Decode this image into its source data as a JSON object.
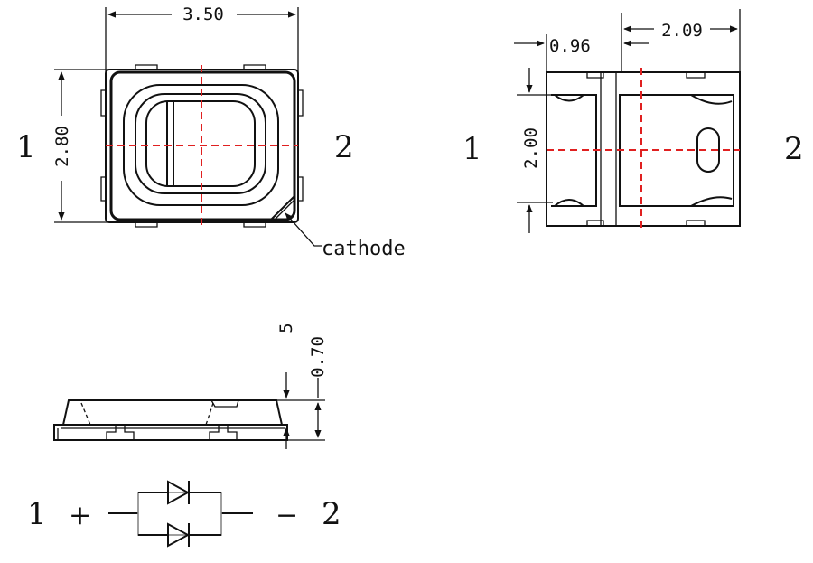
{
  "top_view": {
    "width_dim": "3.50",
    "height_dim": "2.80",
    "pin_left": "1",
    "pin_right": "2",
    "cathode_label": "cathode"
  },
  "bottom_view": {
    "pad_gap_dim": "0.96",
    "pad_span_dim": "2.09",
    "pad_height_dim": "2.00",
    "pin_left": "1",
    "pin_right": "2"
  },
  "side_view": {
    "thickness_dim": "0.70",
    "small_dim": "5"
  },
  "schematic": {
    "pin_left": "1",
    "plus_sign": "+",
    "minus_sign": "−",
    "pin_right": "2"
  },
  "colors": {
    "centerline": "#e02020",
    "outline": "#111111",
    "circuit_box": "#888888"
  }
}
